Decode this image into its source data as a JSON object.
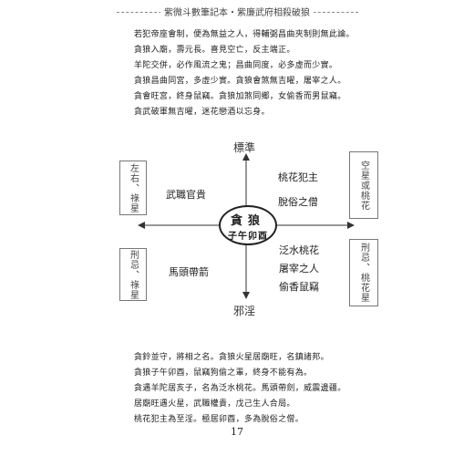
{
  "header": {
    "title": "紫微斗數筆記本・紫廉武府相殺破狼"
  },
  "top_paragraphs": [
    "若犯帝座會制，便為無益之人，得輔弼昌曲夾制則無此論。",
    "貪狼入廟，壽元長。喜見空亡，反主端正。",
    "羊陀交併，必作風流之鬼；昌曲同度，必多虛而少實。",
    "貪狼昌曲同宮，多虛少實。貪狼會煞無吉曜，屠宰之人。",
    "貪會旺宮，終身鼠竊。貪狼加煞同鄉，女偷香而男鼠竊。",
    "貪武破軍無吉曜，迷花戀酒以忘身。"
  ],
  "diagram": {
    "top_label": "標準",
    "bottom_label": "邪淫",
    "center_name": "貪狼",
    "center_sub": "子午卯酉",
    "left_top_box": "左右、祿星",
    "left_bottom_box": "刑忌、祿星",
    "right_top_box": "空星或桃花",
    "right_bottom_box": "刑忌、桃花星",
    "q_top_left": "武職官貴",
    "q_bottom_left": "馬頭帶箭",
    "q_top_right": [
      "桃花犯主",
      "脫俗之僧"
    ],
    "q_bottom_right": [
      "泛水桃花",
      "屠宰之人",
      "偷香鼠竊"
    ]
  },
  "bottom_paragraphs": [
    "貪鈴並守，將相之名。貪狼火星居廟旺，名鎮諸邦。",
    "貪狼子午卯酉，鼠竊狗偷之輩，終身不能有為。",
    "貪遇羊陀居亥子，名為泛水桃花。馬頭帶劍，威震邊疆。",
    "居廟旺遇火星，武職權貴，戊己生人合局。",
    "桃花犯主為至淫。極居卯酉，多為脫俗之僧。"
  ],
  "page_number": "17"
}
